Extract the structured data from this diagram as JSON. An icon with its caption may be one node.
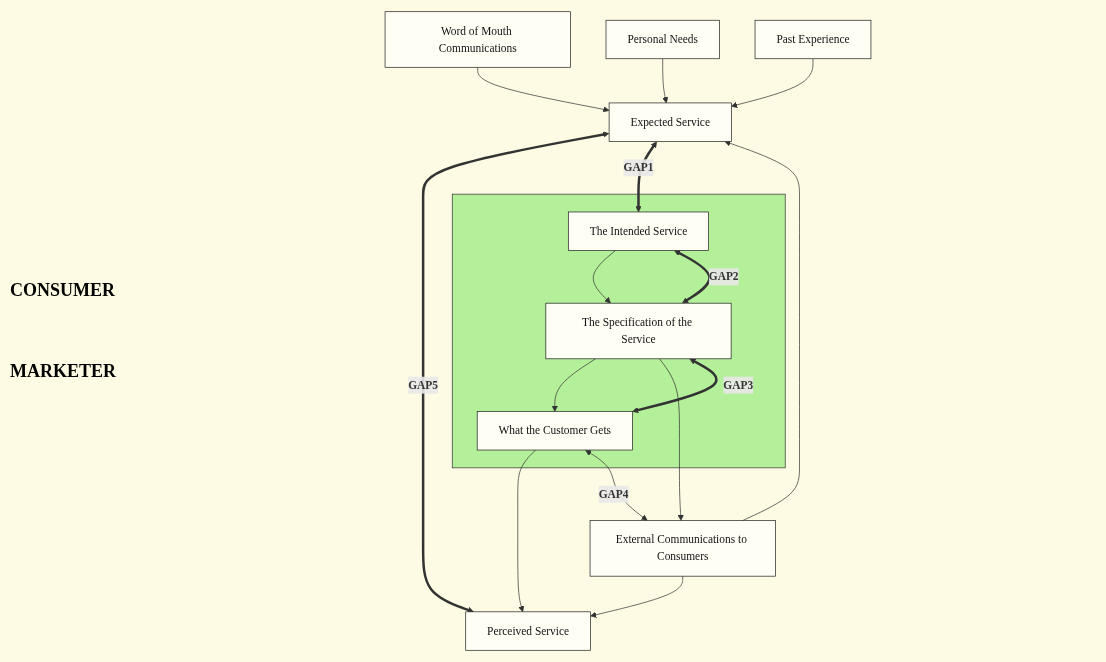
{
  "diagram": {
    "nodes": [
      {
        "text": [
          "Word of Mouth Communications"
        ]
      },
      {
        "text": [
          "Personal Needs"
        ]
      },
      {
        "text": [
          "Past Experience"
        ]
      },
      {
        "text": [
          "Expected Service"
        ]
      },
      {
        "text": [
          "Perceived Service"
        ]
      },
      {
        "text": [],
        "shape": "box"
      },
      {
        "text": [
          "What the Customer Gets"
        ],
        "in": 5
      },
      {
        "text": [
          "The Specification of the Service"
        ],
        "in": 5
      },
      {
        "text": [
          "The Intended Service"
        ],
        "in": 5
      },
      {
        "text": [
          "External Communications to Consumers"
        ]
      }
    ],
    "edges": [
      {
        "from": 0,
        "to": 3,
        "arrow": "to"
      },
      {
        "from": 1,
        "to": 3,
        "arrow": "to"
      },
      {
        "from": 2,
        "to": 3,
        "arrow": "to"
      },
      {
        "from": 3,
        "to": 4,
        "arrow": "both",
        "label": "GAP5",
        "style": "thick"
      },
      {
        "from": 3,
        "to": 8,
        "arrow": "both",
        "label": "GAP1",
        "style": "thick"
      },
      {
        "from": 9,
        "to": 3,
        "arrow": "to"
      },
      {
        "from": 9,
        "to": 4,
        "arrow": "to"
      },
      {
        "from": 6,
        "to": 4,
        "arrow": "to"
      },
      {
        "from": 6,
        "to": 9,
        "arrow": "both",
        "label": "GAP4"
      },
      {
        "from": 6,
        "to": 7,
        "arrow": "both",
        "label": "GAP3",
        "style": "thick"
      },
      {
        "from": 7,
        "to": 6,
        "arrow": "to"
      },
      {
        "from": 7,
        "to": 9,
        "arrow": "to"
      },
      {
        "from": 7,
        "to": 8,
        "arrow": "both",
        "label": "GAP2",
        "style": "thick"
      },
      {
        "from": 8,
        "to": 7,
        "arrow": "to"
      }
    ],
    "labels": [
      "CONSUMER",
      "MARKETER"
    ]
  }
}
